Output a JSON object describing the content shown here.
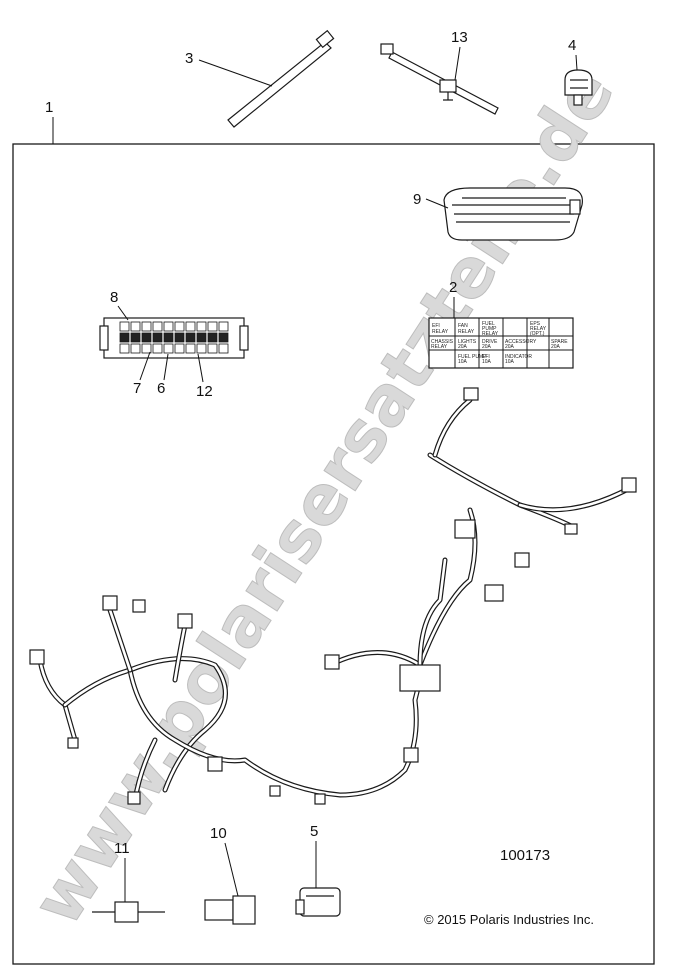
{
  "watermark": "www.polarisersatzteile.de",
  "reference_number": "100173",
  "copyright": "© 2015 Polaris Industries Inc.",
  "callouts": {
    "c1": "1",
    "c2": "2",
    "c3": "3",
    "c4": "4",
    "c5": "5",
    "c6": "6",
    "c7": "7",
    "c8": "8",
    "c9": "9",
    "c10": "10",
    "c11": "11",
    "c12": "12",
    "c13": "13"
  },
  "fuse_label": {
    "cells": {
      "r1a": "EFI",
      "r1b": "RELAY",
      "r2a": "FAN",
      "r2b": "RELAY",
      "r3a": "FUEL",
      "r3b": "PUMP",
      "r3c": "RELAY",
      "r4a": "EPS",
      "r4b": "RELAY",
      "r4c": "(OPT.)",
      "r5a": "CHASSIS",
      "r5b": "RELAY",
      "r6a": "LIGHTS",
      "r6b": "20A",
      "r7a": "DRIVE",
      "r7b": "20A",
      "r8a": "ACCESSORY",
      "r8b": "20A",
      "r9a": "SPARE",
      "r9b": "20A",
      "r10a": "FUEL PUMP",
      "r10b": "10A",
      "r11a": "EFI",
      "r11b": "10A",
      "r12a": "INDICATOR",
      "r12b": "10A"
    }
  },
  "colors": {
    "line": "#1a1a1a",
    "watermark": "#d9d9d9"
  }
}
